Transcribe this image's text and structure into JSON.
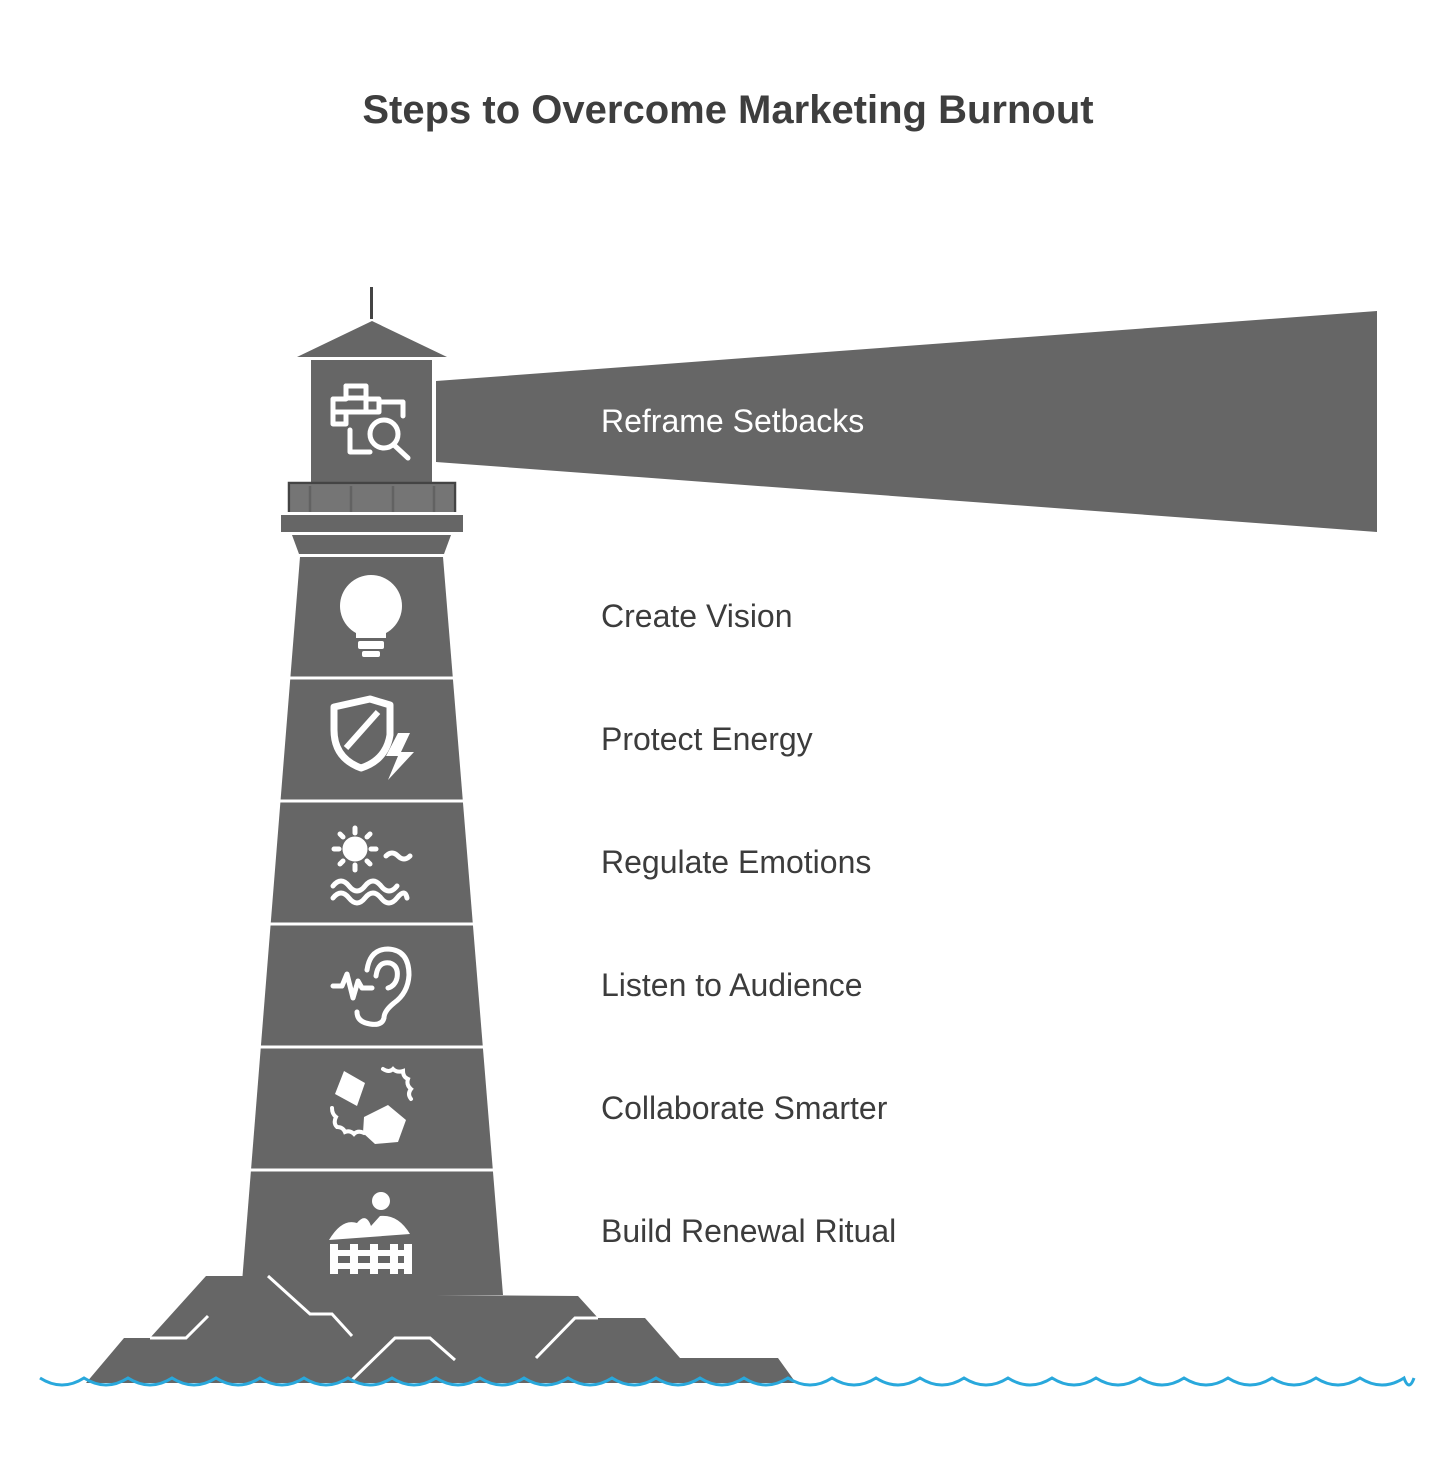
{
  "title": "Steps to Overcome Marketing Burnout",
  "colors": {
    "tower": "#666666",
    "divider": "#ffffff",
    "water": "#29a8dc",
    "text": "#3c3c3c",
    "title": "#3e3e3e"
  },
  "steps": [
    {
      "label": "Reframe Setbacks",
      "icon": "puzzle-search-icon"
    },
    {
      "label": "Create Vision",
      "icon": "lightbulb-icon"
    },
    {
      "label": "Protect Energy",
      "icon": "shield-lightning-icon"
    },
    {
      "label": "Regulate Emotions",
      "icon": "sun-waves-icon"
    },
    {
      "label": "Listen to Audience",
      "icon": "ear-soundwave-icon"
    },
    {
      "label": "Collaborate Smarter",
      "icon": "handshake-icon"
    },
    {
      "label": "Build Renewal Ritual",
      "icon": "person-landscape-icon"
    }
  ]
}
